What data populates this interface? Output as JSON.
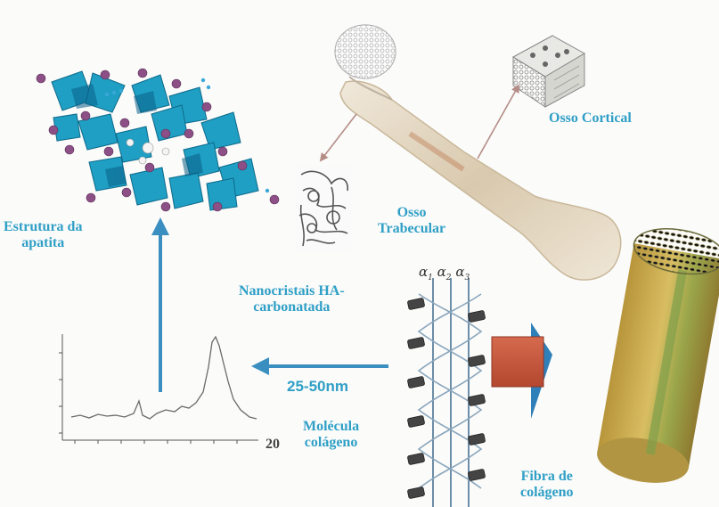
{
  "labels": {
    "apatite_line1": "Estrutura da",
    "apatite_line2": "apatita",
    "cortical": "Osso Cortical",
    "trabecular_line1": "Osso",
    "trabecular_line2": "Trabecular",
    "nanocrystals_line1": "Nanocristais HA-",
    "nanocrystals_line2": "carbonatada",
    "molecule_line1": "Molécula",
    "molecule_line2": "colágeno",
    "fiber_line1": "Fibra de",
    "fiber_line2": "colágeno",
    "size_range": "25-50nm",
    "two_theta": "20",
    "alpha1": "α",
    "alpha1_sub": "1",
    "alpha2": "α",
    "alpha2_sub": "2",
    "alpha3": "α",
    "alpha3_sub": "3"
  },
  "colors": {
    "label_blue": "#2f9fc6",
    "arrow_blue": "#3b8fc0",
    "bone": "#e3d7c2",
    "fiber_gold": "#c9a84a",
    "fiber_green": "#7fa04a",
    "block_red": "#c8553c",
    "polyhedra_teal": "#1f9fc4",
    "atom_purple": "#8c4f86"
  }
}
